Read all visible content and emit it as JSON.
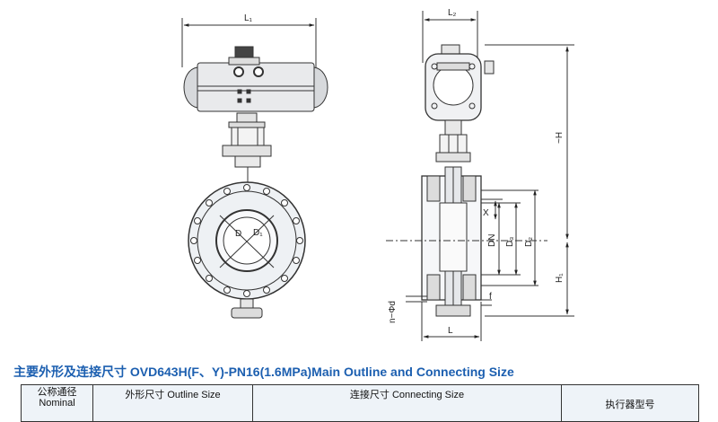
{
  "drawing": {
    "front_view": {
      "dim_top": "L₁",
      "label_d": "D",
      "label_d1": "D₁"
    },
    "side_view": {
      "dim_top": "L₂",
      "dim_h": "~H",
      "dim_h1": "H₁",
      "dim_x": "X",
      "dim_dn": "DN",
      "dim_d3": "D₃",
      "dim_d2": "D₂",
      "dim_f": "f",
      "dim_nd": "n−Φd",
      "dim_l": "L"
    }
  },
  "section": {
    "title": "主要外形及连接尺寸 OVD643H(F、Y)-PN16(1.6MPa)Main Outline and Connecting Size"
  },
  "table": {
    "col1_line1": "公称通径",
    "col1_line2": "Nominal",
    "col2": "外形尺寸 Outline Size",
    "col3": "连接尺寸 Connecting Size",
    "col4": "执行器型号"
  }
}
